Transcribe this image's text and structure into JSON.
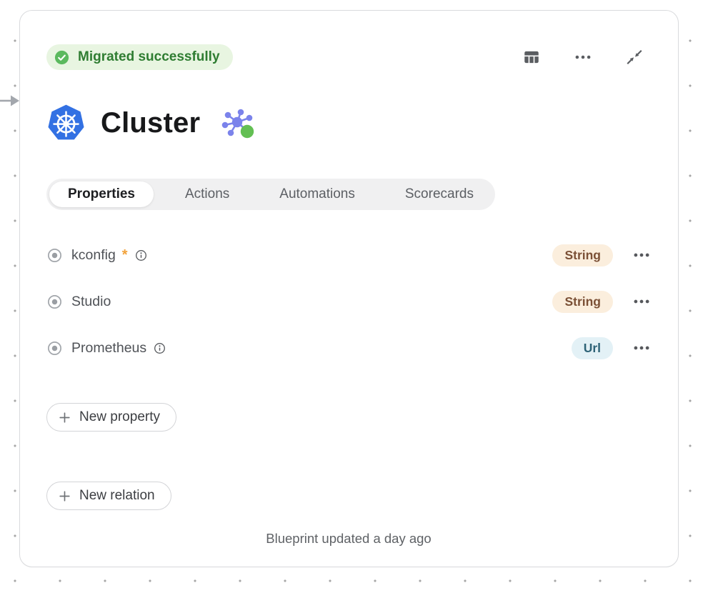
{
  "status": {
    "label": "Migrated successfully",
    "bg": "#e8f5e1",
    "color": "#2f7d32",
    "icon": "check-circle-icon",
    "icon_color": "#5bb95e"
  },
  "toolbar": {
    "icons": [
      {
        "name": "table-columns-icon"
      },
      {
        "name": "more-options-icon"
      },
      {
        "name": "collapse-icon"
      }
    ]
  },
  "header": {
    "title": "Cluster",
    "leading_icon": "kubernetes-logo",
    "trailing_icon": "cluster-graph-icon"
  },
  "tabs": [
    {
      "label": "Properties",
      "active": true
    },
    {
      "label": "Actions",
      "active": false
    },
    {
      "label": "Automations",
      "active": false
    },
    {
      "label": "Scorecards",
      "active": false
    }
  ],
  "ui": {
    "required_marker": "*"
  },
  "properties": [
    {
      "name": "kconfig",
      "required": true,
      "has_info": true,
      "type": {
        "label": "String",
        "bg": "#fbeedd",
        "color": "#7b5036"
      }
    },
    {
      "name": "Studio",
      "required": false,
      "has_info": false,
      "type": {
        "label": "String",
        "bg": "#fbeedd",
        "color": "#7b5036"
      }
    },
    {
      "name": "Prometheus",
      "required": false,
      "has_info": true,
      "type": {
        "label": "Url",
        "bg": "#e3f1f6",
        "color": "#2e6377"
      }
    }
  ],
  "buttons": {
    "new_property": "New property",
    "new_relation": "New relation"
  },
  "footer": {
    "text": "Blueprint updated a day ago"
  },
  "colors": {
    "accent_blue": "#3371e3",
    "node_purple": "#7b83eb",
    "node_green": "#63bf53",
    "icon_gray": "#5a5d61",
    "canvas_dot": "#a7a7a7"
  }
}
